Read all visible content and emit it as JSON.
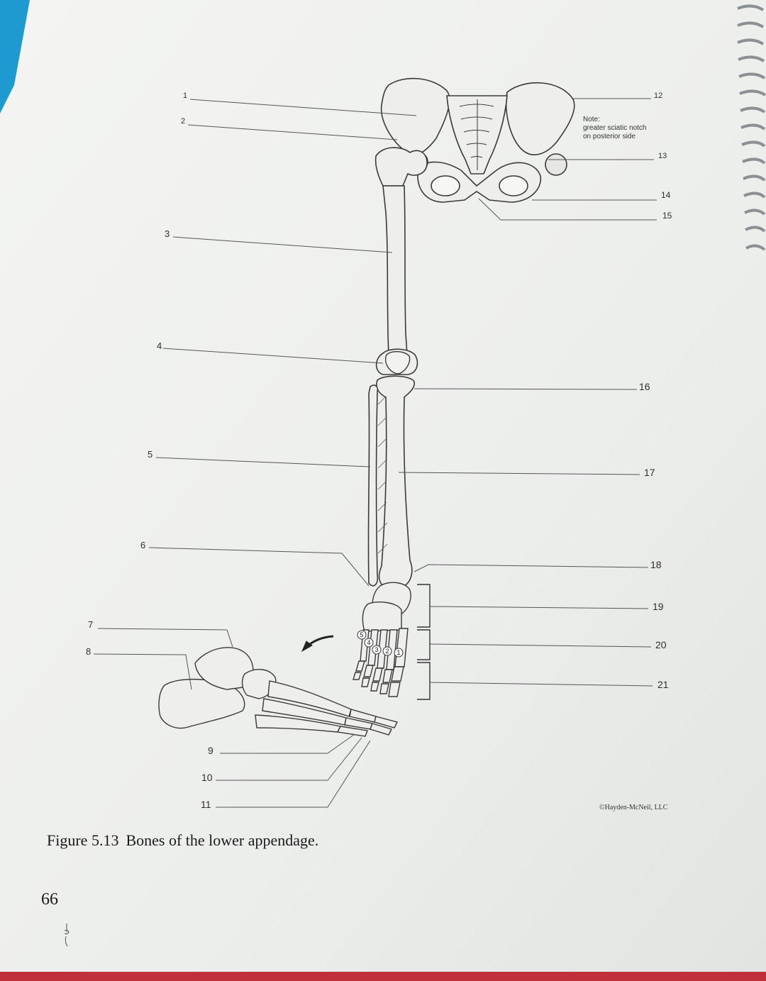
{
  "figure": {
    "number": "Figure 5.13",
    "title": "Bones of the lower appendage."
  },
  "page_number": "66",
  "copyright": "©Hayden-McNeil, LLC",
  "note": {
    "heading": "Note:",
    "line1": "greater sciatic notch",
    "line2": "on posterior side"
  },
  "labels": [
    "1",
    "2",
    "3",
    "4",
    "5",
    "6",
    "7",
    "8",
    "9",
    "10",
    "11",
    "12",
    "13",
    "14",
    "15",
    "16",
    "17",
    "18",
    "19",
    "20",
    "21"
  ],
  "toe_numbers": [
    "5",
    "4",
    "3",
    "2",
    "1"
  ],
  "colors": {
    "background_cloth": "#1f9ad0",
    "paper": "#f2f3f1",
    "bone_fill": "#eeeeec",
    "line": "#555555",
    "bottom_edge": "#c0303a"
  }
}
